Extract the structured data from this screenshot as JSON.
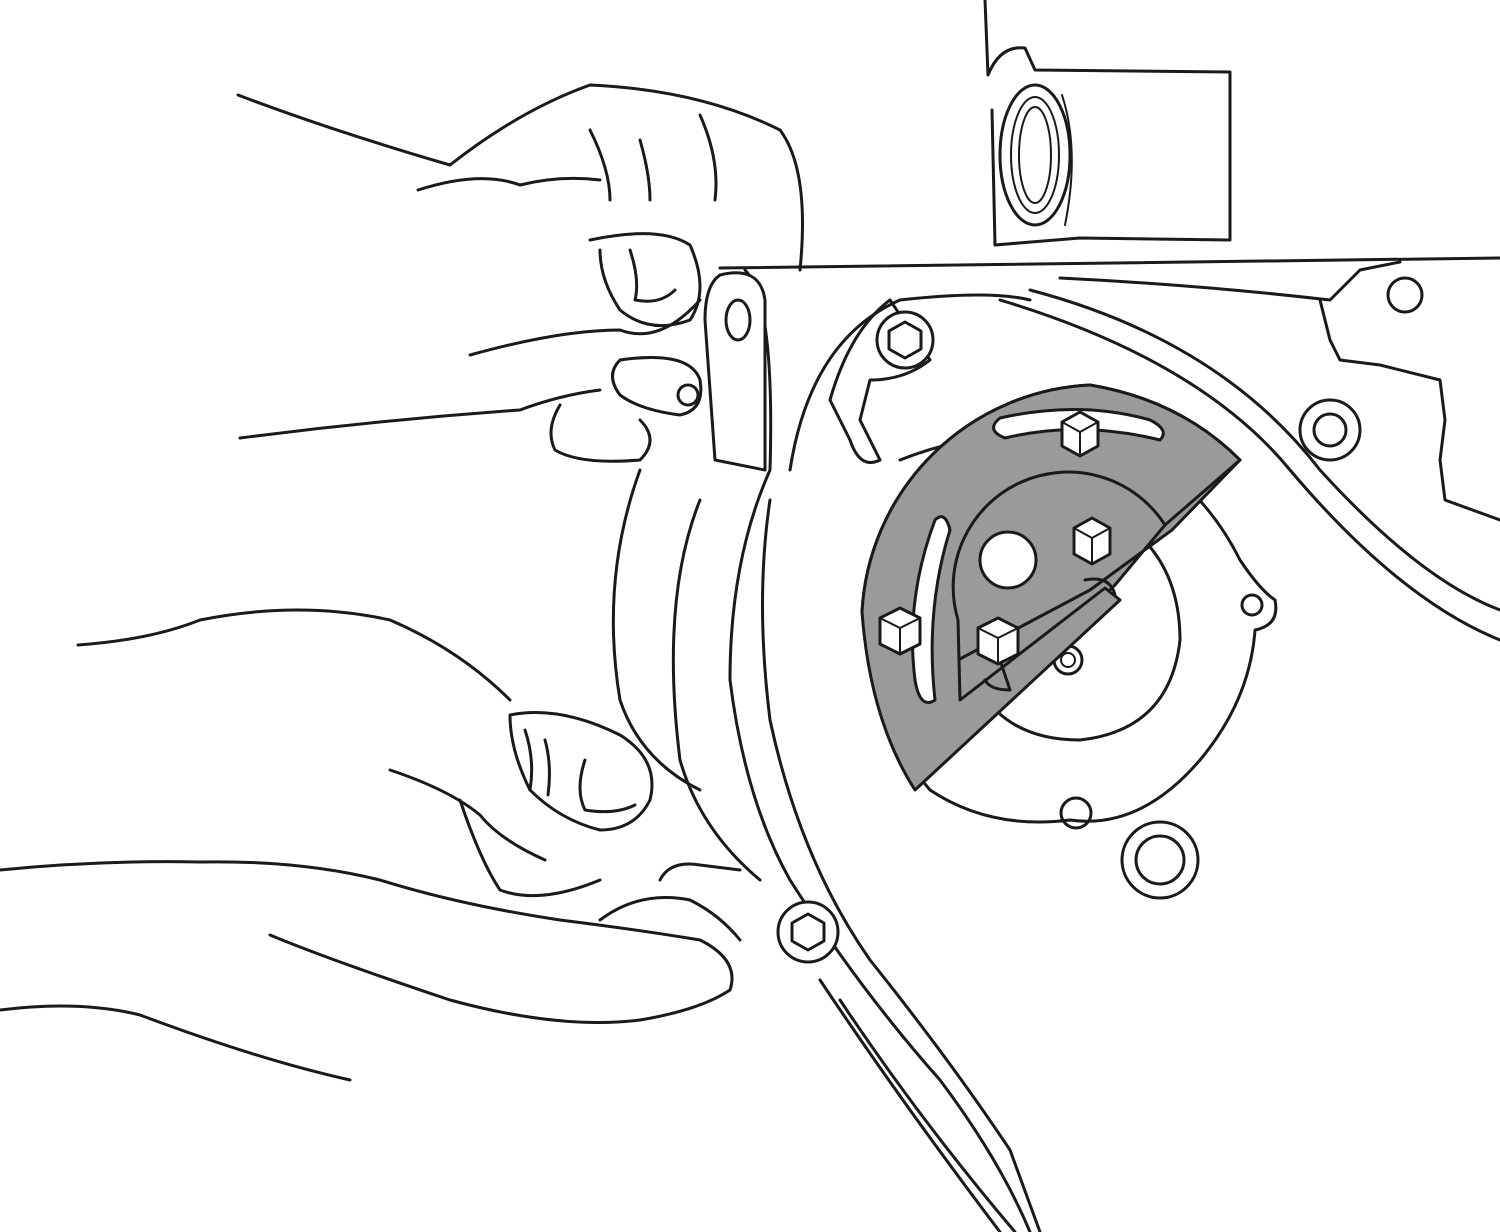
{
  "illustration": {
    "colors": {
      "line": "#1a1a1a",
      "background": "#ffffff",
      "tool_plate": "#9a9a9c"
    },
    "parts": [
      "engine-cover",
      "timing-tool-plate",
      "hex-bolt",
      "hand-upper",
      "hand-lower",
      "threaded-block"
    ]
  }
}
